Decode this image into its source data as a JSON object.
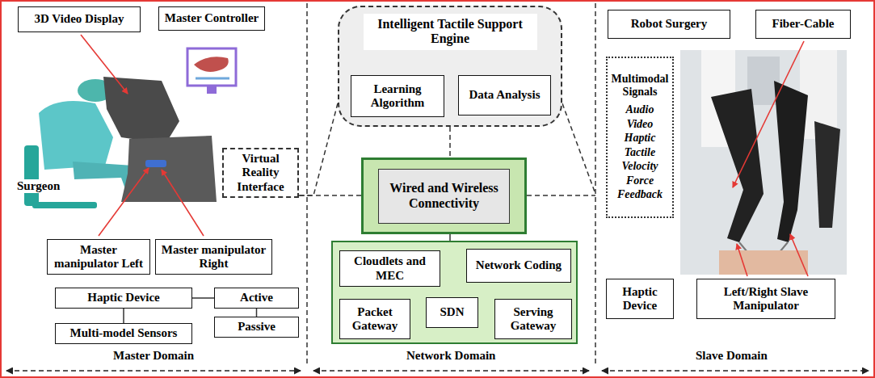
{
  "diagram": {
    "nodes": [
      {
        "text": [
          "3D Video Display"
        ]
      },
      {
        "text": [
          "Master Controller"
        ]
      },
      {
        "text": [
          "Intelligent Tactile Support Engine"
        ]
      },
      {
        "text": [
          "Learning Algorithm"
        ],
        "in": 2
      },
      {
        "text": [
          "Data Analysis"
        ],
        "in": 2
      },
      {
        "text": [
          "Robot Surgery"
        ]
      },
      {
        "text": [
          "Fiber-Cable"
        ]
      },
      {
        "text": [
          "Multimodal Signals",
          "Audio",
          "Video",
          "Haptic",
          "Tactile",
          "Velocity",
          "Force",
          "Feedback"
        ]
      },
      {
        "text": [
          "Virtual Reality Interface"
        ]
      },
      {
        "text": [
          "Wired and Wireless Connectivity"
        ]
      },
      {
        "text": []
      },
      {
        "text": [
          "Cloudlets and MEC"
        ],
        "in": 10
      },
      {
        "text": [
          "Network Coding"
        ],
        "in": 10
      },
      {
        "text": [
          "SDN"
        ],
        "in": 10
      },
      {
        "text": [
          "Packet Gateway"
        ],
        "in": 10
      },
      {
        "text": [
          "Serving Gateway"
        ],
        "in": 10
      },
      {
        "text": [
          "Master manipulator Left"
        ]
      },
      {
        "text": [
          "Master manipulator Right"
        ]
      },
      {
        "text": [
          "Haptic Device"
        ]
      },
      {
        "text": [
          "Active"
        ]
      },
      {
        "text": [
          "Multi-model Sensors"
        ]
      },
      {
        "text": [
          "Passive"
        ]
      },
      {
        "text": [
          "Haptic Device"
        ]
      },
      {
        "text": [
          "Left/Right Slave Manipulator"
        ]
      }
    ],
    "edges": [
      {
        "from": 2,
        "to": 8,
        "arrow": "none"
      },
      {
        "from": 9,
        "to": 8,
        "arrow": "none"
      },
      {
        "from": 2,
        "to": 9,
        "arrow": "none"
      },
      {
        "from": 9,
        "to": 10,
        "arrow": "none"
      },
      {
        "from": 18,
        "to": 19,
        "arrow": "none"
      },
      {
        "from": 18,
        "to": 20,
        "arrow": "none"
      },
      {
        "from": 19,
        "to": 21,
        "arrow": "none"
      }
    ],
    "labels": [
      "Surgeon",
      "Master Domain",
      "Network Domain",
      "Slave Domain"
    ]
  }
}
